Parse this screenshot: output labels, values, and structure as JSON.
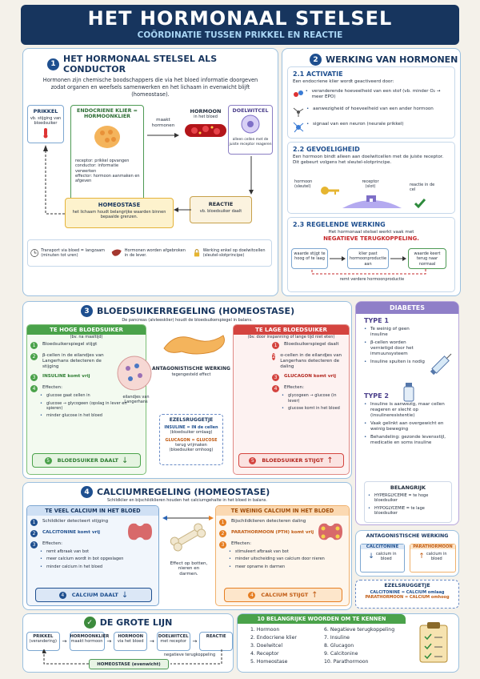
{
  "header": {
    "title": "HET HORMONAAL STELSEL",
    "subtitle": "COÖRDINATIE TUSSEN PRIKKEL EN REACTIE"
  },
  "s1": {
    "num": "1",
    "title": "HET HORMONAAL STELSEL ALS CONDUCTOR",
    "intro": "Hormonen zijn chemische boodschappers die via het bloed informatie doorgeven zodat organen en weefsels samenwerken en het lichaam in evenwicht blijft (homeostase).",
    "prikkel": {
      "title": "PRIKKEL",
      "text": "vb. stijging van bloedsuiker"
    },
    "klier": {
      "title": "ENDOCRIENE KLIER = HORMOONKLIER",
      "text1": "receptor: prikkel opvangen",
      "text2": "conductor: informatie verwerken",
      "text3": "effector: hormoon aanmaken en afgeven"
    },
    "maakt": "maakt hormonen",
    "hormoon": {
      "title": "HORMOON",
      "text": "in het bloed"
    },
    "doelwitcel": {
      "title": "DOELWITCEL",
      "text": "alleen cellen met de juiste receptor reageren"
    },
    "homeostase": {
      "title": "HOMEOSTASE",
      "text": "het lichaam houdt belangrijke waarden binnen bepaalde grenzen."
    },
    "reactie": {
      "title": "REACTIE",
      "text": "vb. bloedsuiker daalt"
    },
    "facts": [
      "Transport via bloed = langzaam (minuten tot uren)",
      "Hormonen worden afgebroken in de lever.",
      "Werking enkel op doelwitcellen (sleutel-slotprincipe)"
    ]
  },
  "s2": {
    "num": "2",
    "title": "WERKING VAN HORMONEN",
    "a_title": "2.1 ACTIVATIE",
    "a_intro": "Een endocriene klier wordt geactiveerd door:",
    "a_items": [
      "veranderende hoeveelheid van een stof (vb. minder O₂ → meer EPO)",
      "aanwezigheid of hoeveelheid van een ander hormoon",
      "signaal van een neuron (neurale prikkel)"
    ],
    "g_title": "2.2 GEVOELIGHEID",
    "g_text": "Een hormoon bindt alleen aan doelwitcellen met de juiste receptor. Dit gebeurt volgens het sleutel-slotprincipe.",
    "g_labels": [
      "hormoon (sleutel)",
      "receptor (slot)",
      "reactie in de cel"
    ],
    "r_title": "2.3 REGELENDE WERKING",
    "r_text": "Het hormonaal stelsel werkt vaak met",
    "r_neg": "NEGATIEVE TERUGKOPPELING.",
    "r_boxes": [
      "waarde stijgt te hoog of te laag",
      "klier past hormoonproductie aan",
      "waarde keert terug naar normaal"
    ],
    "r_back": "remt verdere hormoonproductie"
  },
  "s3": {
    "num": "3",
    "title": "BLOEDSUIKERREGELING (HOMEOSTASE)",
    "sub": "De pancreas (alvleesklier) houdt de bloedsuikerspiegel in balans.",
    "hi": {
      "title": "TE HOGE BLOEDSUIKER",
      "sub": "(bv. na maaltijd)",
      "s1": "Bloedsuikerspiegel stijgt",
      "s2": "β-cellen in de eilandjes van Langerhans detecteren de stijging",
      "s3": "INSULINE komt vrij",
      "s4": "Effecten:",
      "e": [
        "glucose gaat cellen in",
        "glucose → glycogeen (opslag in lever en spieren)",
        "minder glucose in het bloed"
      ],
      "res": "BLOEDSUIKER DAALT"
    },
    "lo": {
      "title": "TE LAGE BLOEDSUIKER",
      "sub": "(bv. door inspanning of lange tijd niet eten)",
      "s1": "Bloedsuikerspiegel daalt",
      "s2": "α-cellen in de eilandjes van Langerhans detecteren de daling",
      "s3": "GLUCAGON komt vrij",
      "s4": "Effecten:",
      "e": [
        "glycogeen → glucose (in lever)",
        "glucose komt in het bloed"
      ],
      "res": "BLOEDSUIKER STIJGT"
    },
    "anta": "ANTAGONISTISCHE WERKING",
    "anta_sub": "tegengesteld effect",
    "eil": "eilandjes van Langerhans",
    "ez": {
      "title": "EZELSRUGGETJE",
      "l1": "INSULINE = IN de cellen",
      "l1b": "(bloedsuiker omlaag)",
      "l2": "GLUCAGON = GLUCOSE",
      "l2b": "terug vrijmaken",
      "l2c": "(bloedsuiker omhoog)"
    }
  },
  "s4": {
    "num": "4",
    "title": "CALCIUMREGELING (HOMEOSTASE)",
    "sub": "Schildklier en bijschildklieren houden het calciumgehalte in het bloed in balans.",
    "hi": {
      "title": "TE VEEL CALCIUM IN HET BLOED",
      "s1": "Schildklier detecteert stijging",
      "s2": "CALCITONINE komt vrij",
      "s3": "Effecten:",
      "e": [
        "remt afbraak van bot",
        "meer calcium wordt in bot opgeslagen",
        "minder calcium in het bloed"
      ],
      "res": "CALCIUM DAALT"
    },
    "lo": {
      "title": "TE WEINIG CALCIUM IN HET BLOED",
      "s1": "Bijschildklieren detecteren daling",
      "s2": "PARATHORMOON (PTH) komt vrij",
      "s3": "Effecten:",
      "e": [
        "stimuleert afbraak van bot",
        "minder uitscheiding van calcium door nieren",
        "meer opname in darmen"
      ],
      "res": "CALCIUM STIJGT"
    },
    "mid": "Effect op botten, nieren en darmen."
  },
  "diab": {
    "title": "DIABETES",
    "t1": "TYPE 1",
    "t1_items": [
      "Te weinig of geen insuline",
      "β-cellen worden vernietigd door het immuunsysteem",
      "Insuline spuiten is nodig"
    ],
    "t2": "TYPE 2",
    "t2_items": [
      "Insuline is aanwezig, maar cellen reageren er slecht op (insulineresistentie)",
      "Vaak gelinkt aan overgewicht en weinig beweging",
      "Behandeling: gezonde levensstijl, medicatie en soms insuline"
    ],
    "bel": "BELANGRIJK",
    "hyper": "HYPERGLYCEMIE = te hoge bloedsuiker",
    "hypo": "HYPOGLYCEMIE = te lage bloedsuiker"
  },
  "anta2": {
    "title": "ANTAGONISTISCHE WERKING",
    "a": "CALCITONINE",
    "a_t": "calcium in bloed",
    "b": "PARATHORMOON",
    "b_t": "calcium in bloed"
  },
  "ez2": {
    "title": "EZELSRUGGETJE",
    "l1": "CALCITONINE = CALCIUM omlaag",
    "l2": "PARATHORMOON = CALCIUM omhoog"
  },
  "lijn": {
    "title": "DE GROTE LIJN",
    "boxes": [
      [
        "PRIKKEL",
        "(verandering)"
      ],
      [
        "HORMOONKLIER",
        "maakt hormoon"
      ],
      [
        "HORMOON",
        "via het bloed"
      ],
      [
        "DOELWITCEL",
        "met receptor"
      ],
      [
        "REACTIE",
        ""
      ]
    ],
    "neg": "negatieve terugkoppeling",
    "home": "HOMEOSTASE (evenwicht)"
  },
  "words": {
    "title": "10 BELANGRIJKE WOORDEN OM TE KENNEN",
    "items": [
      "1. Hormoon",
      "2. Endocriene klier",
      "3. Doelwitcel",
      "4. Receptor",
      "5. Homeostase",
      "6. Negatieve terugkoppeling",
      "7. Insuline",
      "8. Glucagon",
      "9. Calcitonine",
      "10. Parathormoon"
    ]
  }
}
